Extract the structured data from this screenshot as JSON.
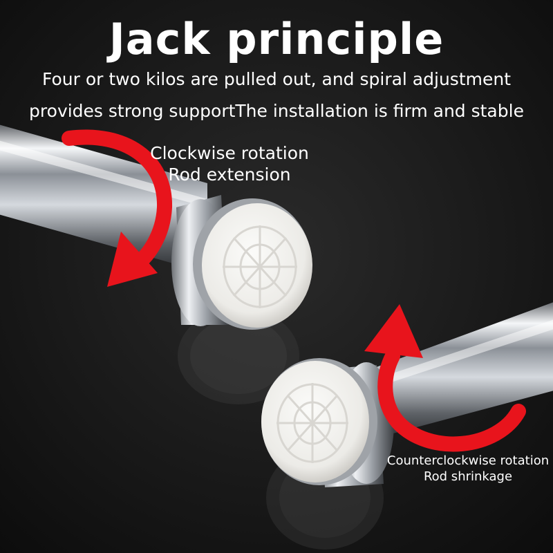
{
  "header": {
    "title": "Jack principle",
    "subtitle_line1": "Four or two kilos are pulled out, and spiral adjustment",
    "subtitle_line2": "provides strong supportThe installation is firm and stable"
  },
  "callouts": {
    "clockwise": {
      "line1": "Clockwise rotation",
      "line2": "Rod extension"
    },
    "counterclockwise": {
      "line1": "Counterclockwise rotation",
      "line2": "Rod shrinkage"
    }
  },
  "colors": {
    "background": "#111111",
    "arrow": "#e8141c",
    "end_cap": "#f0f0ee",
    "chrome": "#c9cdd2"
  }
}
